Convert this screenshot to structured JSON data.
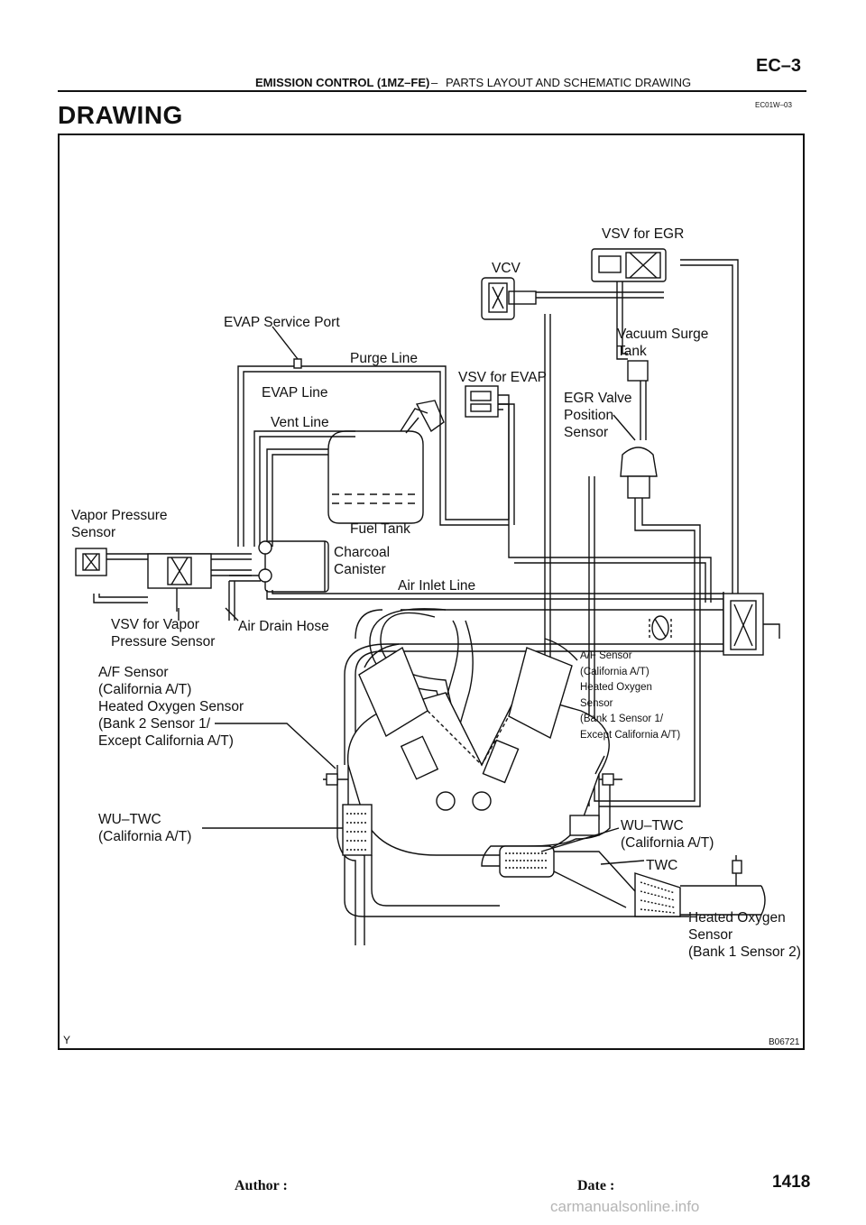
{
  "header": {
    "section": "EMISSION CONTROL (1MZ–FE)",
    "dash": "–",
    "subsection": "PARTS LAYOUT AND SCHEMATIC DRAWING",
    "page_code": "EC–3",
    "doc_id": "EC01W–03"
  },
  "title": "DRAWING",
  "labels": {
    "vsv_egr": "VSV for EGR",
    "vcv": "VCV",
    "evap_service_port": "EVAP Service Port",
    "purge_line": "Purge Line",
    "vacuum_surge_tank": "Vacuum Surge\nTank",
    "vsv_evap": "VSV for EVAP",
    "evap_line": "EVAP Line",
    "egr_valve_sensor": "EGR Valve\nPosition\nSensor",
    "vent_line": "Vent Line",
    "vapor_pressure_sensor": "Vapor Pressure\nSensor",
    "fuel_tank": "Fuel Tank",
    "charcoal_canister": "Charcoal\nCanister",
    "air_inlet_line": "Air Inlet Line",
    "vsv_vapor": "VSV for Vapor\nPressure Sensor",
    "air_drain_hose": "Air Drain Hose",
    "af_sensor_bank2": "A/F Sensor\n(California A/T)\nHeated Oxygen Sensor\n(Bank 2 Sensor 1/\nExcept California A/T)",
    "af_sensor_bank1": "A/F Sensor\n(California A/T)\nHeated Oxygen\nSensor\n(Bank 1 Sensor 1/\nExcept California A/T)",
    "wu_twc_left": "WU–TWC\n(California A/T)",
    "wu_twc_right": "WU–TWC\n(California A/T)",
    "twc": "TWC",
    "heated_o2_bank1_s2": "Heated Oxygen\nSensor\n(Bank 1 Sensor 2)"
  },
  "figure": {
    "id": "B06721",
    "mark": "Y"
  },
  "footer": {
    "author": "Author :",
    "date": "Date :",
    "page_number": "1418"
  },
  "watermark": "carmanualsonline.info"
}
